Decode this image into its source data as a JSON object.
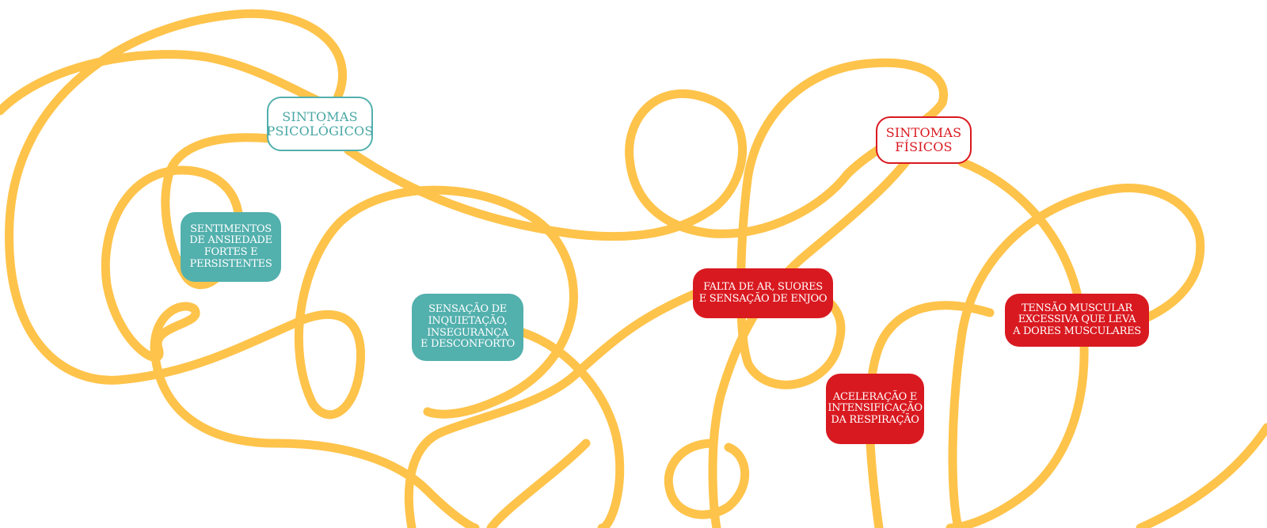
{
  "colors": {
    "line": "#fec34a",
    "teal": "#52b0ad",
    "red": "#d91920",
    "background": "#ffffff"
  },
  "headers": {
    "psychological": "Sintomas\nPsicológicos",
    "physical": "Sintomas\nFísicos"
  },
  "psychological_items": [
    "Sentimentos\nde ansiedade\nfortes e\npersistentes",
    "Sensação de\ninquietação,\ninsegurança\ne desconforto"
  ],
  "physical_items": [
    "Falta de ar, suores\ne sensação de enjoo",
    "Aceleração e\nintensificação\nda respiração",
    "Tensão muscular\nexcessiva que leva\na dores musculares"
  ]
}
